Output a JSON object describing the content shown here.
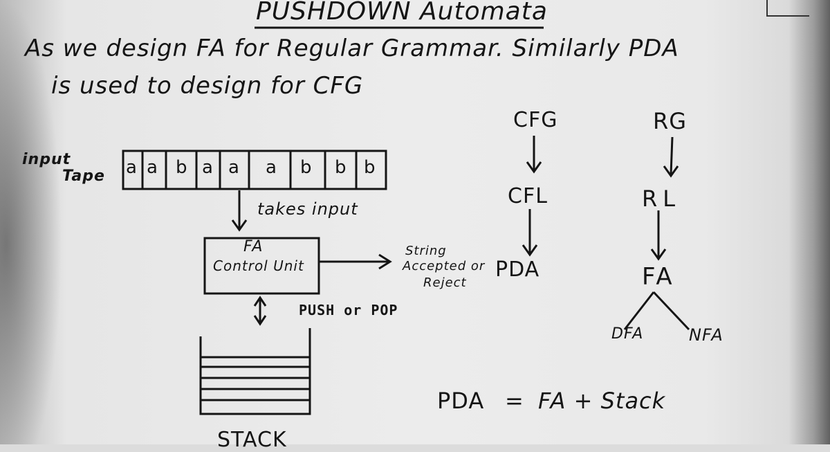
{
  "title": "PUSHDOWN Automata",
  "intro": {
    "line1": "As we design FA for Regular Grammar. Similarly PDA",
    "line2": "is used to design for CFG"
  },
  "tape": {
    "label_line1": "input",
    "label_line2": "Tape",
    "cells": [
      "a",
      "a",
      "b",
      "a",
      "a",
      "a",
      "b",
      "b",
      "b"
    ]
  },
  "arrows": {
    "takes_input": "takes input",
    "push_pop": "PUSH or POP"
  },
  "control_unit": {
    "line1": "FA",
    "line2": "Control Unit"
  },
  "output": {
    "line1": "String",
    "line2": "Accepted or",
    "line3": "Reject"
  },
  "stack_label": "STACK",
  "hierarchy": {
    "cfg": "CFG",
    "cfl": "CFL",
    "pda": "PDA",
    "rg": "RG",
    "rl": "RL",
    "fa": "FA",
    "dfa": "DFA",
    "nfa": "NFA"
  },
  "formula": {
    "lhs": "PDA",
    "eq": "=",
    "rhs": "FA + Stack"
  }
}
